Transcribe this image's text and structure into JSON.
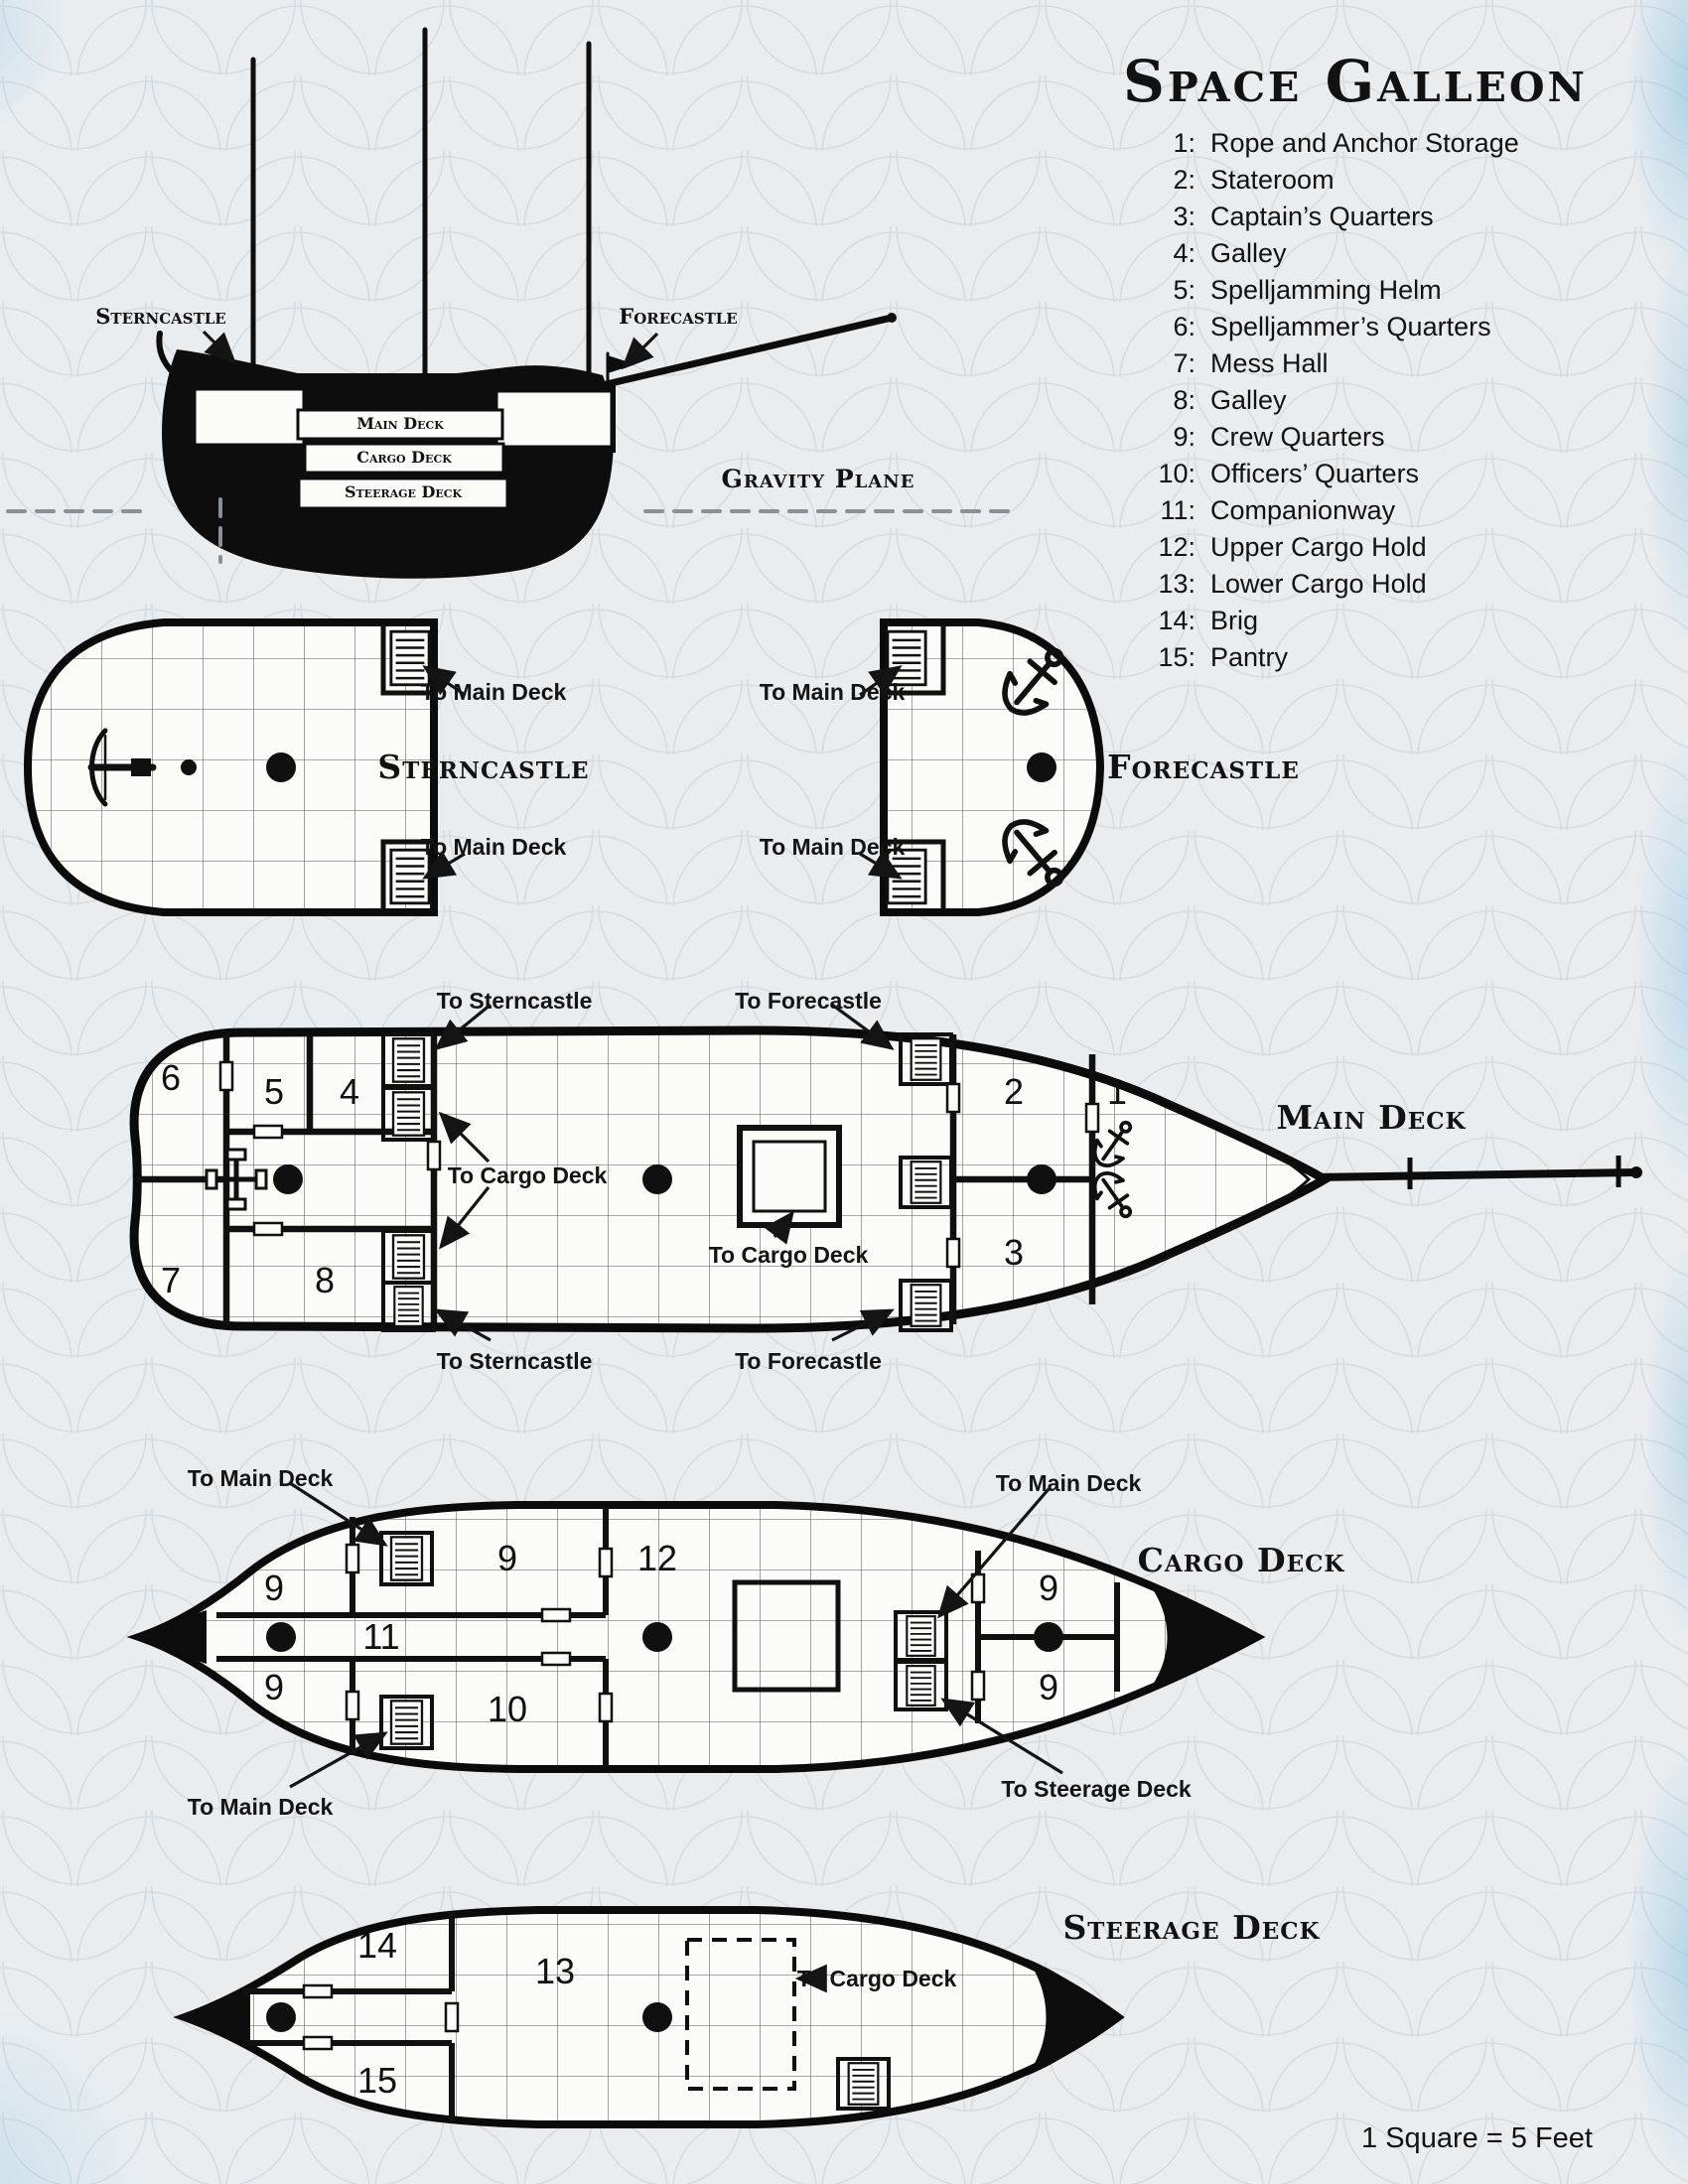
{
  "title": "Space Galleon",
  "scale_note": "1 Square = 5 Feet",
  "colors": {
    "ink": "#101010",
    "paper": "#fbfbf8",
    "background": "#e9edf0",
    "accent_blue": "#8ac1e0"
  },
  "legend": {
    "items": [
      {
        "num": "1:",
        "label": "Rope and Anchor Storage"
      },
      {
        "num": "2:",
        "label": "Stateroom"
      },
      {
        "num": "3:",
        "label": "Captain’s Quarters"
      },
      {
        "num": "4:",
        "label": "Galley"
      },
      {
        "num": "5:",
        "label": "Spelljamming Helm"
      },
      {
        "num": "6:",
        "label": "Spelljammer’s Quarters"
      },
      {
        "num": "7:",
        "label": "Mess Hall"
      },
      {
        "num": "8:",
        "label": "Galley"
      },
      {
        "num": "9:",
        "label": "Crew Quarters"
      },
      {
        "num": "10:",
        "label": "Officers’ Quarters"
      },
      {
        "num": "11:",
        "label": "Companionway"
      },
      {
        "num": "12:",
        "label": "Upper Cargo Hold"
      },
      {
        "num": "13:",
        "label": "Lower Cargo Hold"
      },
      {
        "num": "14:",
        "label": "Brig"
      },
      {
        "num": "15:",
        "label": "Pantry"
      }
    ]
  },
  "side_view": {
    "sterncastle": "Sterncastle",
    "forecastle": "Forecastle",
    "main_deck": "Main Deck",
    "cargo_deck": "Cargo Deck",
    "steerage_deck": "Steerage Deck",
    "gravity_plane": "Gravity Plane"
  },
  "decks": {
    "sterncastle": {
      "title": "Sterncastle",
      "to_main_top": "To Main Deck",
      "to_main_bottom": "To Main Deck"
    },
    "forecastle": {
      "title": "Forecastle",
      "to_main_top": "To Main Deck",
      "to_main_bottom": "To Main Deck"
    },
    "main": {
      "title": "Main Deck",
      "to_sterncastle_top": "To Sterncastle",
      "to_forecastle_top": "To Forecastle",
      "to_cargo_left": "To Cargo Deck",
      "to_cargo_center": "To Cargo Deck",
      "to_sterncastle_bottom": "To Sterncastle",
      "to_forecastle_bottom": "To Forecastle",
      "rooms": {
        "r1": "1",
        "r2": "2",
        "r3": "3",
        "r4": "4",
        "r5": "5",
        "r6": "6",
        "r7": "7",
        "r8": "8"
      }
    },
    "cargo": {
      "title": "Cargo Deck",
      "to_main_top_left": "To Main Deck",
      "to_main_top_right": "To Main Deck",
      "to_main_bottom_left": "To Main Deck",
      "to_steerage": "To Steerage Deck",
      "rooms": {
        "r9_left_top": "9",
        "r9_left_bottom": "9",
        "r11": "11",
        "r9_mid_top": "9",
        "r10": "10",
        "r12": "12",
        "r9_right_top": "9",
        "r9_right_bottom": "9"
      }
    },
    "steerage": {
      "title": "Steerage Deck",
      "to_cargo": "To Cargo Deck",
      "rooms": {
        "r14": "14",
        "r15": "15",
        "r13": "13"
      }
    }
  }
}
